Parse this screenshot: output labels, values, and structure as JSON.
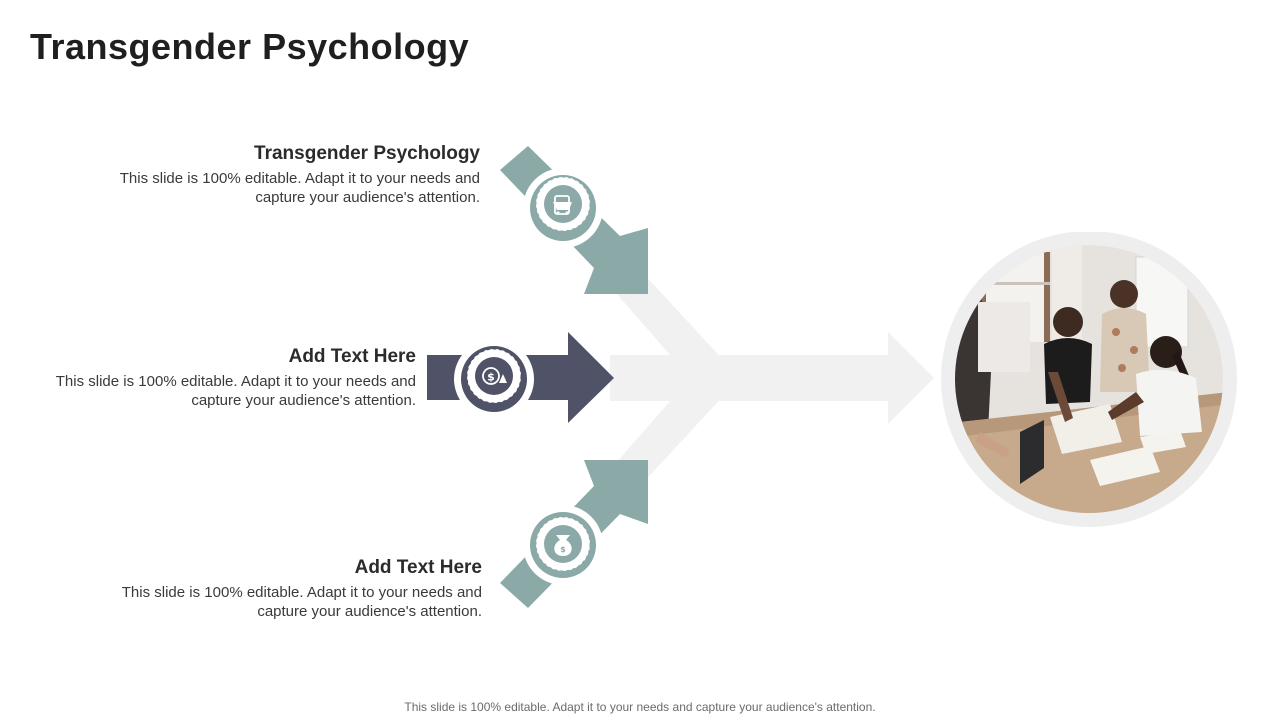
{
  "title": "Transgender Psychology",
  "items": [
    {
      "heading": "Transgender Psychology",
      "description": "This slide is 100% editable. Adapt it to your needs and capture your audience's attention.",
      "icon": "shopping-cart-icon",
      "color": "#8aa9a7"
    },
    {
      "heading": "Add Text Here",
      "description": "This slide is 100% editable. Adapt it to your needs and capture your audience's attention.",
      "icon": "dollar-coin-icon",
      "color": "#505268"
    },
    {
      "heading": "Add Text Here",
      "description": "This slide is 100% editable. Adapt it to your needs and capture your audience's attention.",
      "icon": "money-bag-icon",
      "color": "#8aa9a7"
    }
  ],
  "photo": {
    "subject": "team-meeting-photo"
  },
  "footer": "This slide is 100% editable. Adapt it to your needs and capture your audience's attention.",
  "colors": {
    "teal": "#8aa9a7",
    "slate": "#505268",
    "light_arrow": "#f0f0f0",
    "ring": "#eeeeee"
  }
}
